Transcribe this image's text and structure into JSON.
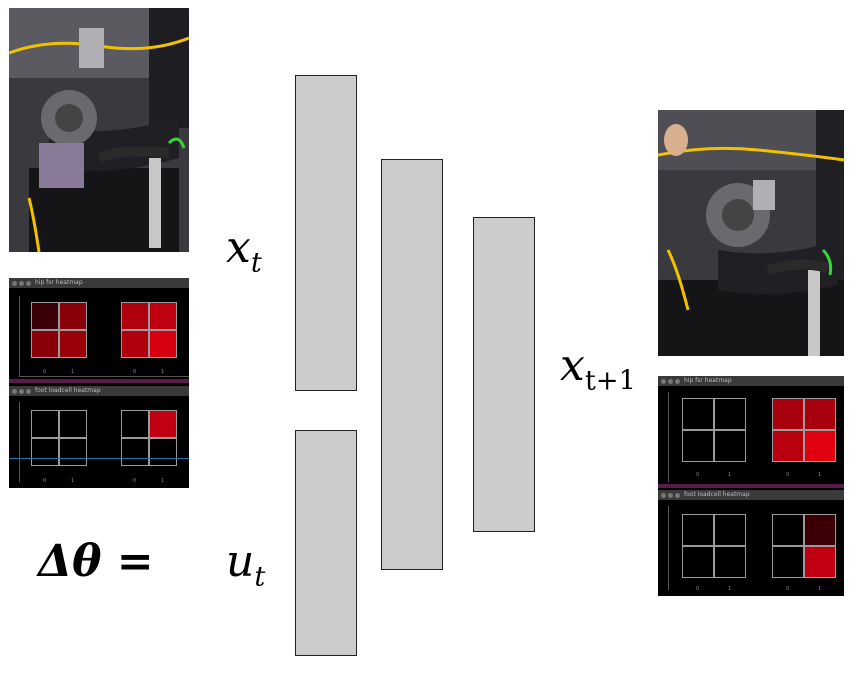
{
  "labels": {
    "x_t": {
      "base": "x",
      "sub": "t"
    },
    "u_t": {
      "base": "u",
      "sub": "t"
    },
    "x_t1": {
      "base": "x",
      "sub": "t+1"
    },
    "delta_theta": "Δθ ="
  },
  "heatmaps": {
    "left": {
      "top_title": "hip fsr heatmap",
      "bottom_title": "foot loadcell heatmap",
      "ticks": [
        "0",
        "1"
      ]
    },
    "right": {
      "top_title": "hip fsr heatmap",
      "bottom_title": "foot loadcell heatmap",
      "ticks": [
        "0",
        "1"
      ]
    }
  },
  "colors": {
    "layer_fill": "#cccccc",
    "layer_stroke": "#222222",
    "heat_dark": "#3a0005",
    "heat_mid": "#8a0008",
    "heat_high": "#c00010",
    "heat_max": "#e00010"
  }
}
